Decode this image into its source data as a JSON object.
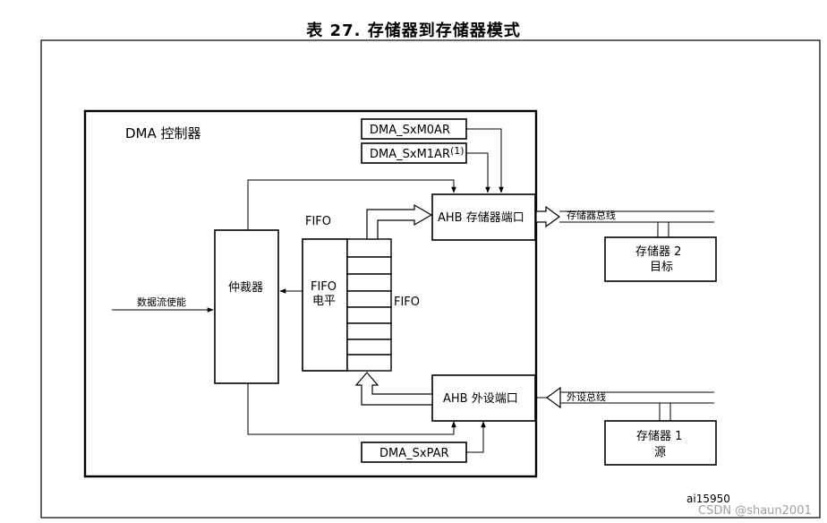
{
  "title": "表 27. 存储器到存储器模式",
  "controller_label": "DMA 控制器",
  "registers": {
    "m0ar": "DMA_SxM0AR",
    "m1ar": "DMA_SxM1AR",
    "m1ar_note": "(1)",
    "par": "DMA_SxPAR"
  },
  "ports": {
    "memory_port": "AHB 存储器端口",
    "peripheral_port": "AHB 外设端口"
  },
  "arbiter": "仲裁器",
  "fifo": {
    "top_label": "FIFO",
    "level_label_line1": "FIFO",
    "level_label_line2": "电平",
    "side_label": "FIFO"
  },
  "data_stream_enable": "数据流使能",
  "buses": {
    "memory_bus": "存储器总线",
    "peripheral_bus": "外设总线"
  },
  "memory2": {
    "line1": "存储器 2",
    "line2": "目标"
  },
  "memory1": {
    "line1": "存储器 1",
    "line2": "源"
  },
  "figure_id": "ai15950",
  "watermark": "CSDN @shaun2001"
}
